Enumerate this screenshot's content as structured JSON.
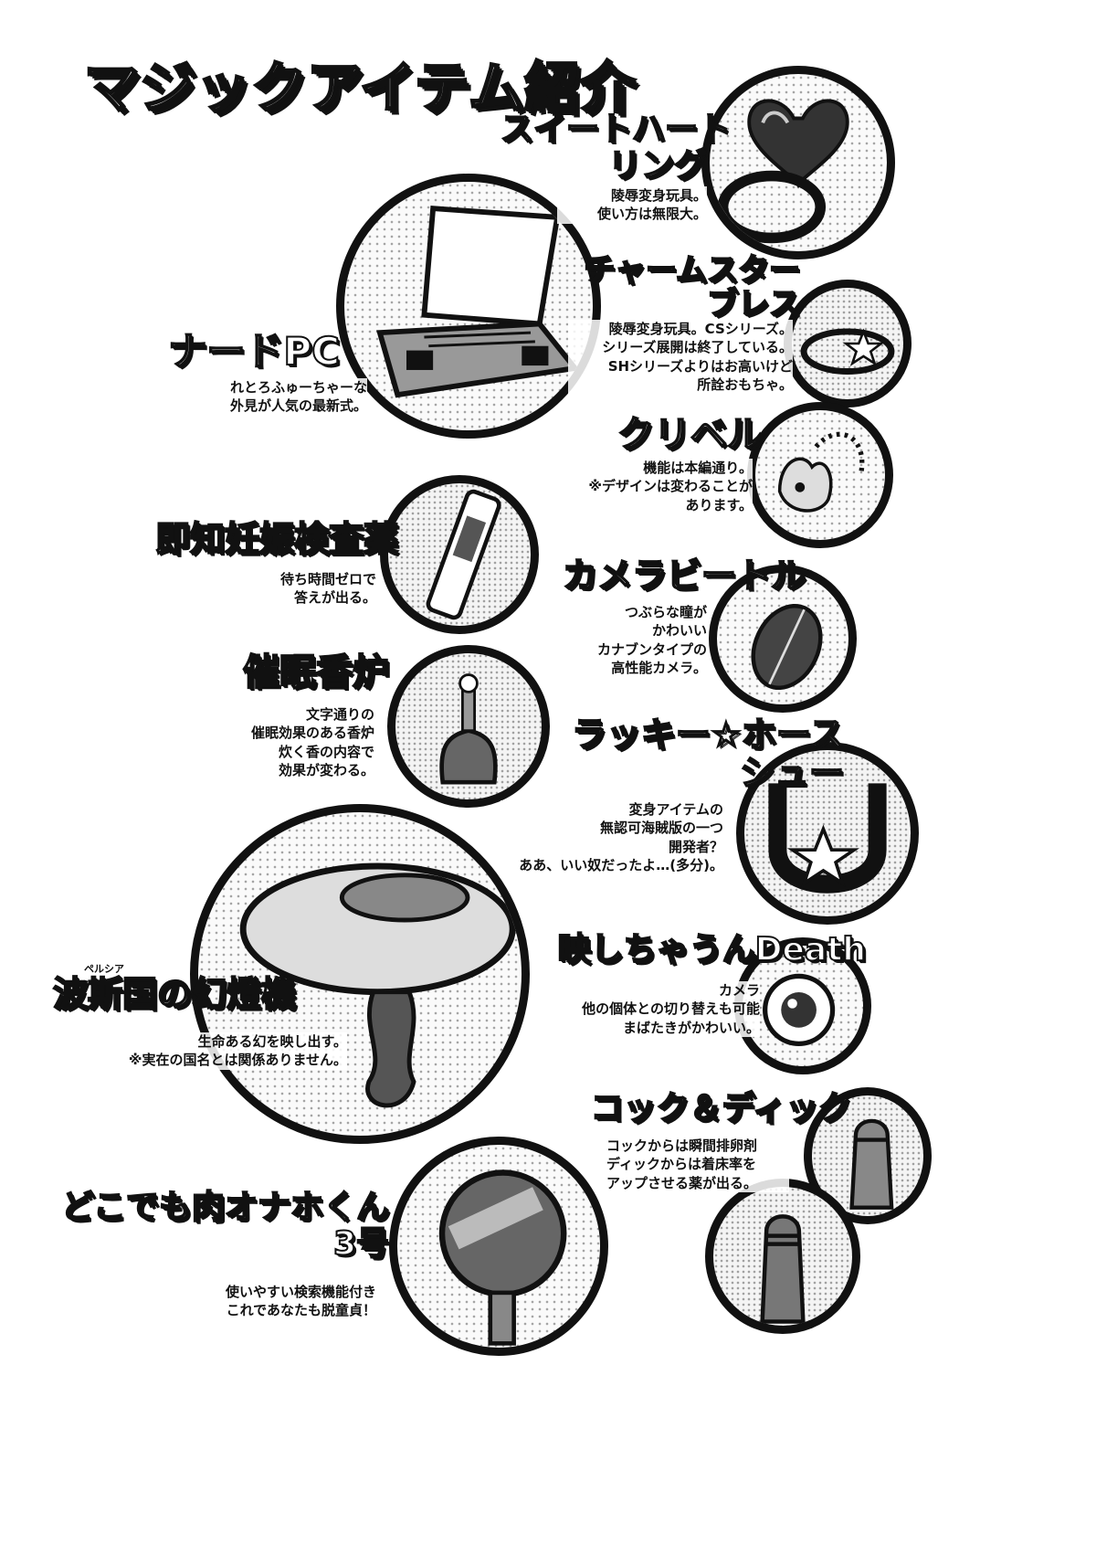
{
  "title": "マジックアイテム紹介",
  "items": [
    {
      "name_lines": [
        "スイートハート",
        "リング"
      ],
      "desc_lines": [
        "陵辱変身玩具。",
        "使い方は無限大。"
      ]
    },
    {
      "name_lines": [
        "チャームスター",
        "ブレス"
      ],
      "desc_lines": [
        "陵辱変身玩具。CSシリーズ。",
        "シリーズ展開は終了している。",
        "SHシリーズよりはお高いけど",
        "所詮おもちゃ。"
      ]
    },
    {
      "name_lines": [
        "ナードPC"
      ],
      "desc_lines": [
        "れとろふゅーちゃーな",
        "外見が人気の最新式。"
      ]
    },
    {
      "name_lines": [
        "クリベル"
      ],
      "desc_lines": [
        "機能は本編通り。",
        "※デザインは変わることが",
        "あります。"
      ]
    },
    {
      "name_lines": [
        "即知妊娠検査薬"
      ],
      "desc_lines": [
        "待ち時間ゼロで",
        "答えが出る。"
      ]
    },
    {
      "name_lines": [
        "カメラビートル"
      ],
      "desc_lines": [
        "つぶらな瞳が",
        "かわいい",
        "カナブンタイプの",
        "高性能カメラ。"
      ]
    },
    {
      "name_lines": [
        "催眠香炉"
      ],
      "desc_lines": [
        "文字通りの",
        "催眠効果のある香炉",
        "炊く香の内容で",
        "効果が変わる。"
      ]
    },
    {
      "name_lines": [
        "ラッキー☆ホース",
        "シュー"
      ],
      "desc_lines": [
        "変身アイテムの",
        "無認可海賊版の一つ",
        "開発者？",
        "ああ、いい奴だったよ…(多分)。"
      ]
    },
    {
      "name_lines": [
        "波斯国の幻燈機"
      ],
      "ruby": "ペルシア",
      "desc_lines": [
        "生命ある幻を映し出す。",
        "※実在の国名とは関係ありません。"
      ]
    },
    {
      "name_lines": [
        "映しちゃうんDeath"
      ],
      "desc_lines": [
        "カメラ",
        "他の個体との切り替えも可能",
        "まばたきがかわいい。"
      ]
    },
    {
      "name_lines": [
        "コック＆ディック"
      ],
      "desc_lines": [
        "コックからは瞬間排卵剤",
        "ディックからは着床率を",
        "アップさせる薬が出る。"
      ]
    },
    {
      "name_lines": [
        "どこでも肉オナホくん",
        "3号"
      ],
      "desc_lines": [
        "使いやすい検索機能付き",
        "これであなたも脱童貞！"
      ]
    }
  ]
}
